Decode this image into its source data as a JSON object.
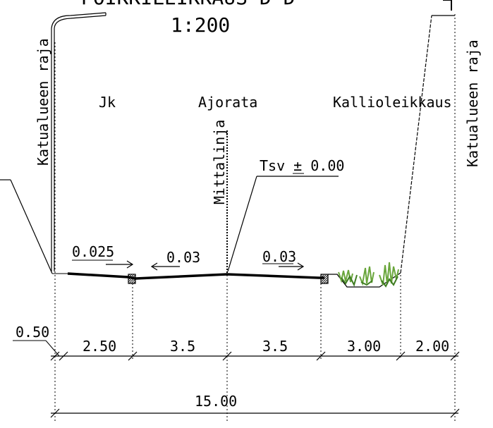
{
  "title": {
    "main": "POIKKILEIKKAUS D-D",
    "scale": "1:200"
  },
  "boundary_labels": {
    "left": "Katualueen raja",
    "right": "Katualueen raja"
  },
  "zones": {
    "jk": "Jk",
    "ajorata": "Ajorata",
    "kallio": "Kallioleikkaus"
  },
  "centerline_label": "Mittalinja",
  "tsv_label": "Tsv ± 0.00",
  "slopes": {
    "jk": "0.025",
    "left_lane": "0.03",
    "right_lane": "0.03"
  },
  "dims": {
    "offset": "0.50",
    "segments": [
      "2.50",
      "3.5",
      "3.5",
      "3.00",
      "2.00"
    ],
    "total": "15.00"
  },
  "colors": {
    "line": "#000000",
    "vegetation": "#6aa63c",
    "vegetation_dark": "#3f7d22"
  }
}
